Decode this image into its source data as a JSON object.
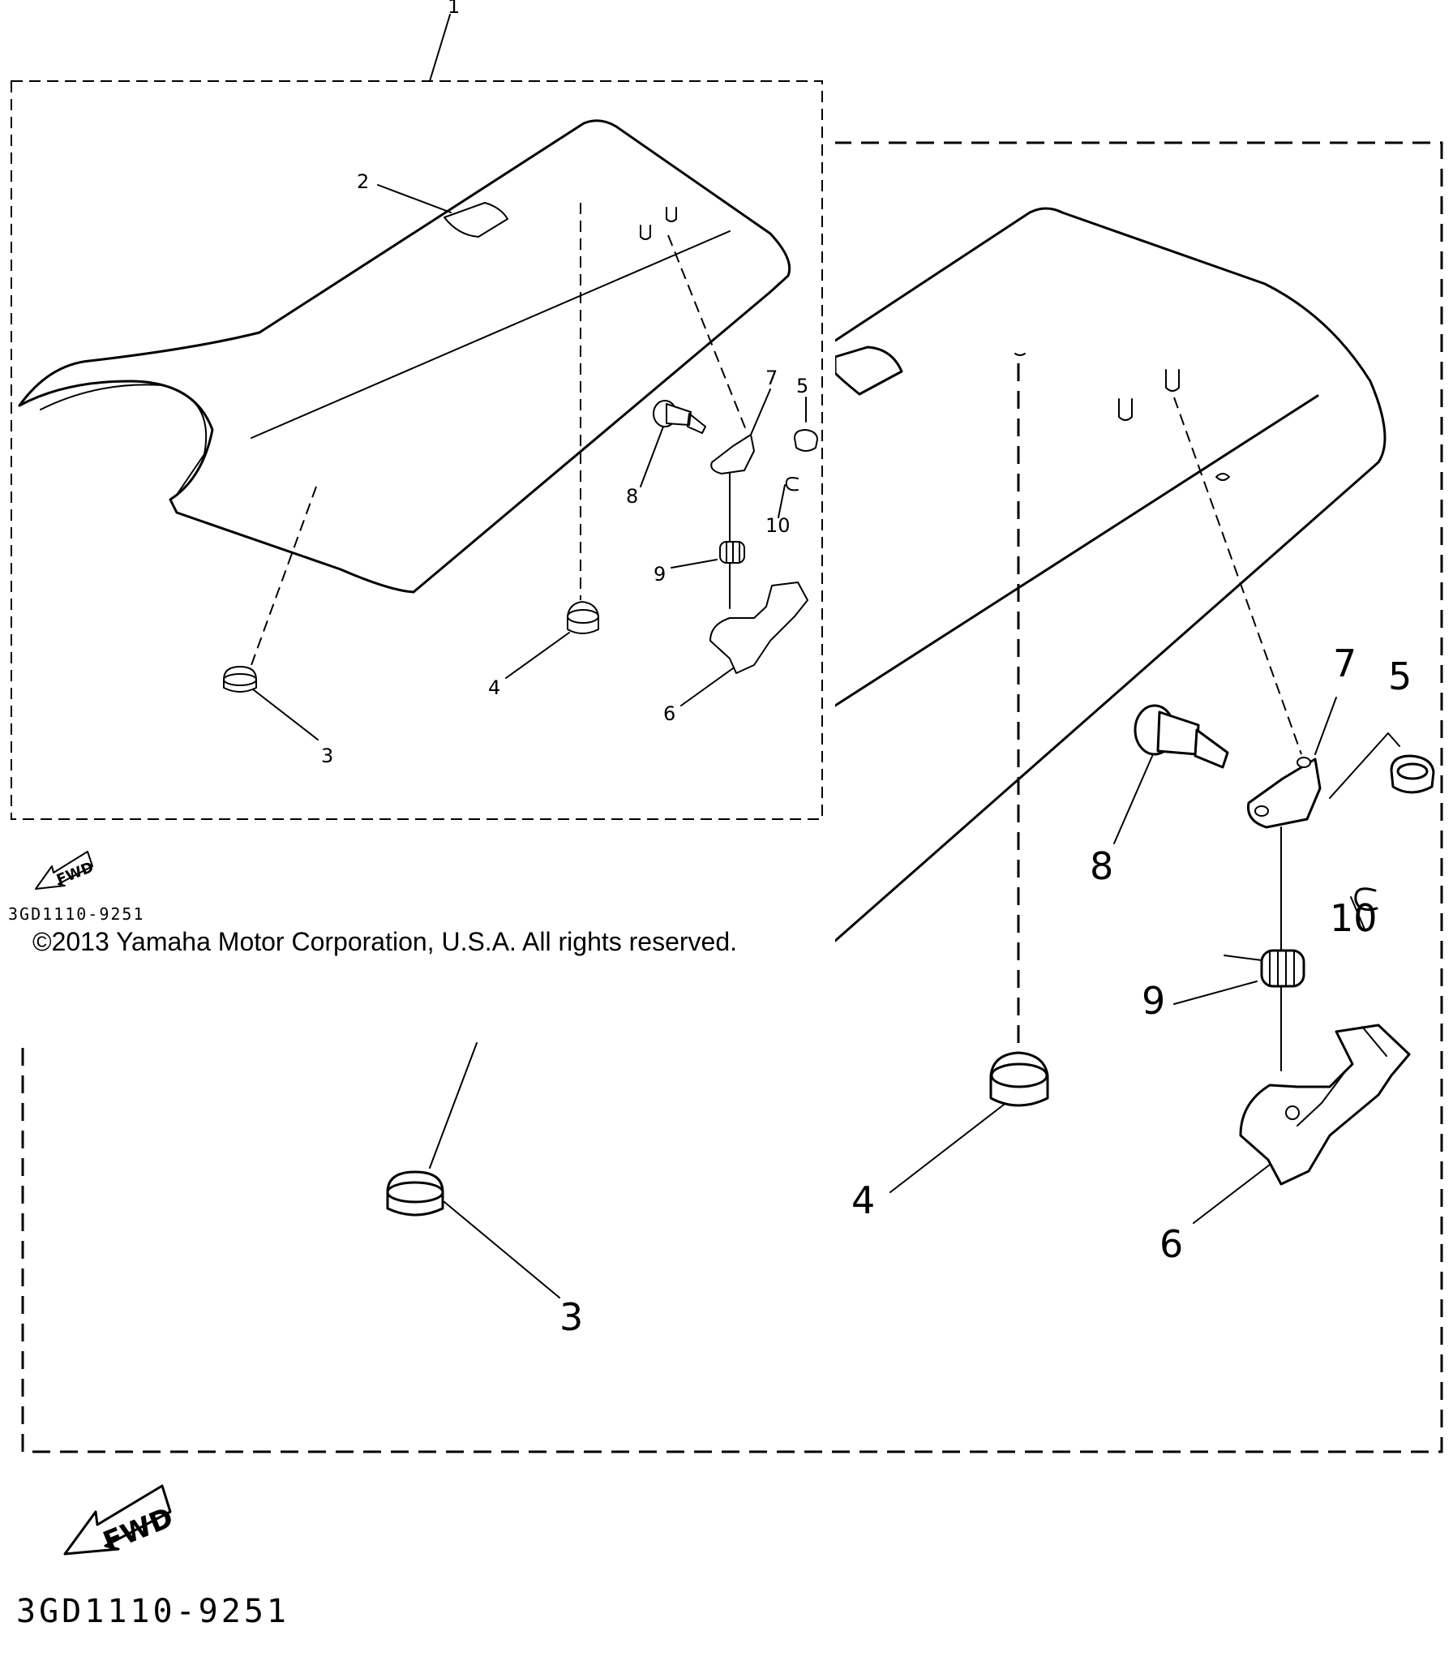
{
  "large": {
    "labels": [
      {
        "id": "3",
        "text": "3"
      },
      {
        "id": "4",
        "text": "4"
      },
      {
        "id": "5",
        "text": "5"
      },
      {
        "id": "6",
        "text": "6"
      },
      {
        "id": "7",
        "text": "7"
      },
      {
        "id": "8",
        "text": "8"
      },
      {
        "id": "9",
        "text": "9"
      },
      {
        "id": "10",
        "text": "10"
      }
    ],
    "fwd": "FWD",
    "code": "3GD1110-9251"
  },
  "small": {
    "labels": [
      {
        "id": "1",
        "text": "1"
      },
      {
        "id": "2",
        "text": "2"
      },
      {
        "id": "3",
        "text": "3"
      },
      {
        "id": "4",
        "text": "4"
      },
      {
        "id": "5",
        "text": "5"
      },
      {
        "id": "6",
        "text": "6"
      },
      {
        "id": "7",
        "text": "7"
      },
      {
        "id": "8",
        "text": "8"
      },
      {
        "id": "9",
        "text": "9"
      },
      {
        "id": "10",
        "text": "10"
      }
    ],
    "fwd": "FWD",
    "code": "3GD1110-9251"
  },
  "copyright": "©2013 Yamaha Motor Corporation, U.S.A. All rights reserved."
}
